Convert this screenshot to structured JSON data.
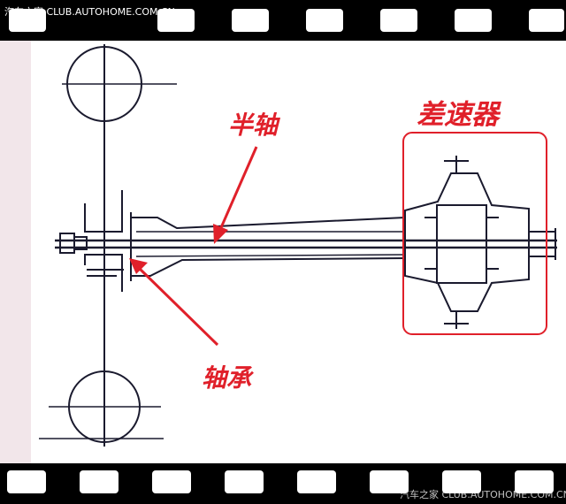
{
  "watermark_top": "汽车之家  CLUB.AUTOHOME.COM.CN",
  "watermark_bottom": "汽车之家  CLUB.AUTOHOME.COM.CN",
  "labels": {
    "half_shaft": "半轴",
    "differential": "差速器",
    "bearing": "轴承"
  },
  "colors": {
    "annotation": "#e0202a",
    "line_art": "#1a1a2e",
    "film_strip": "#000000"
  }
}
